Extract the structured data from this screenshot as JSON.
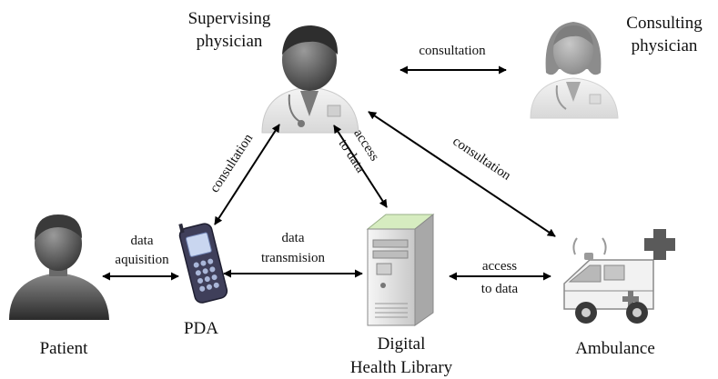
{
  "nodes": {
    "supervising": {
      "line1": "Supervising",
      "line2": "physician"
    },
    "consulting": {
      "line1": "Consulting",
      "line2": "physician"
    },
    "patient": {
      "label": "Patient"
    },
    "pda": {
      "label": "PDA"
    },
    "library": {
      "line1": "Digital",
      "line2": "Health Library"
    },
    "ambulance": {
      "label": "Ambulance"
    }
  },
  "edges": {
    "sup_cons": "consultation",
    "pda_sup": "consultation",
    "sup_lib_1": "access",
    "sup_lib_2": "to data",
    "sup_amb": "consultation",
    "pat_pda_1": "data",
    "pat_pda_2": "aquisition",
    "pda_lib_1": "data",
    "pda_lib_2": "transmision",
    "lib_amb_1": "access",
    "lib_amb_2": "to data"
  },
  "colors": {
    "arrow": "#000000",
    "person_dark": "#4a4a4a",
    "coat": "#eaeaea",
    "server_top": "#d6ecc0"
  },
  "icons": [
    "doctor-icon",
    "doctor-female-icon",
    "patient-icon",
    "pda-icon",
    "server-icon",
    "ambulance-icon"
  ]
}
